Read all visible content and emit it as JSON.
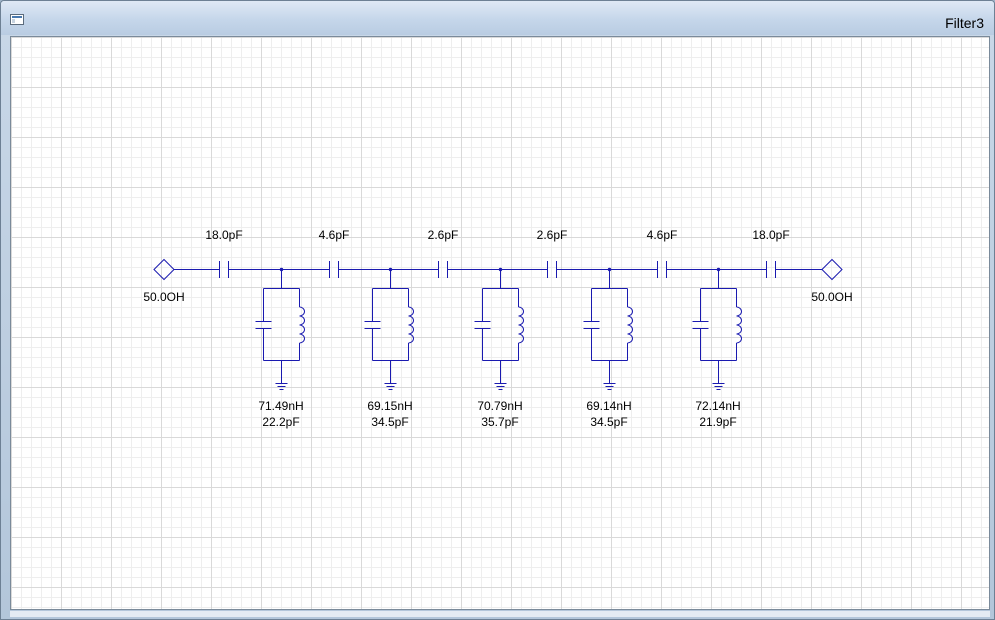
{
  "window": {
    "title": "Filter3"
  },
  "ports": [
    {
      "label": "50.0OH"
    },
    {
      "label": "50.0OH"
    }
  ],
  "series_capacitors": [
    {
      "label": "18.0pF"
    },
    {
      "label": "4.6pF"
    },
    {
      "label": "2.6pF"
    },
    {
      "label": "2.6pF"
    },
    {
      "label": "4.6pF"
    },
    {
      "label": "18.0pF"
    }
  ],
  "resonators": [
    {
      "inductance": "71.49nH",
      "capacitance": "22.2pF"
    },
    {
      "inductance": "69.15nH",
      "capacitance": "34.5pF"
    },
    {
      "inductance": "70.79nH",
      "capacitance": "35.7pF"
    },
    {
      "inductance": "69.14nH",
      "capacitance": "34.5pF"
    },
    {
      "inductance": "72.14nH",
      "capacitance": "21.9pF"
    }
  ],
  "colors": {
    "wire": "#1a1ab0",
    "grid_minor": "#eeeeee",
    "grid_major": "#d9d9d9"
  }
}
